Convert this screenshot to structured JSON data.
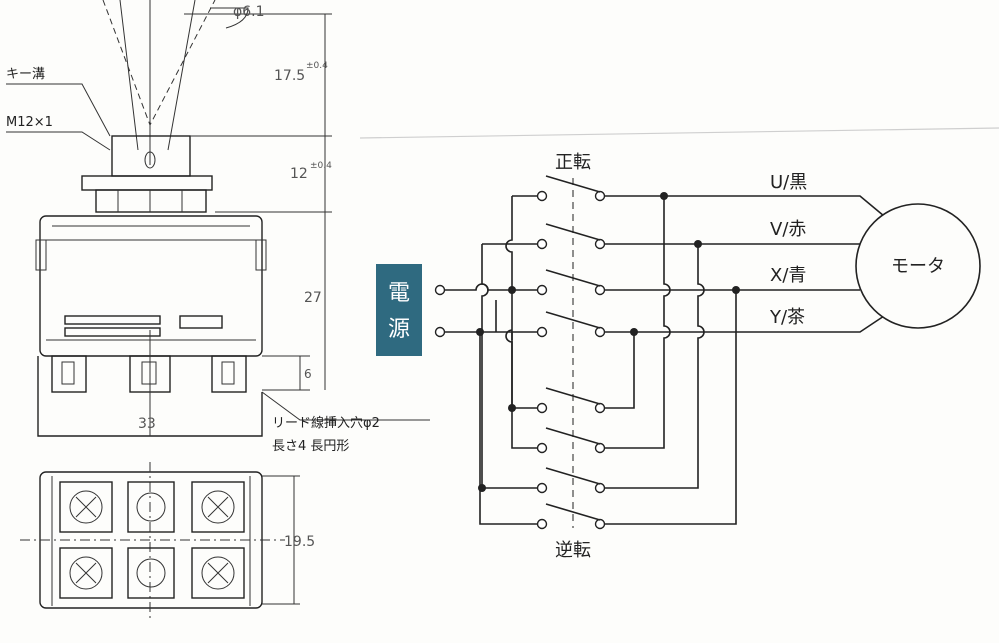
{
  "drawing": {
    "dia_label": "φ6.1",
    "dim_lever": "17.5",
    "dim_lever_tol": "±0.4",
    "dim_bush": "12",
    "dim_bush_tol": "±0.4",
    "dim_body": "27",
    "dim_terminal": "6",
    "dim_width": "33",
    "dim_depth": "19.5",
    "key_groove": "キー溝",
    "thread": "M12×1",
    "lead_hole_1": "リード線挿入穴φ2",
    "lead_hole_2": "長さ4 長円形"
  },
  "circuit": {
    "power": "電源",
    "forward": "正転",
    "reverse": "逆転",
    "motor": "モータ",
    "phases": [
      "U/黒",
      "V/赤",
      "X/青",
      "Y/茶"
    ]
  },
  "colors": {
    "power_badge": "#2f6a80",
    "ink": "#222222"
  }
}
